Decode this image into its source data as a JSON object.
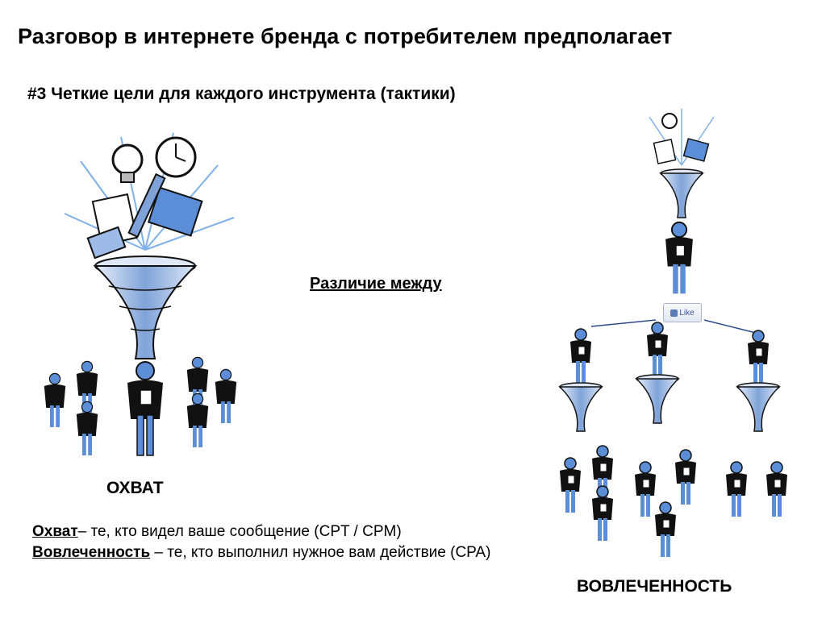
{
  "slide": {
    "title": "Разговор в интернете бренда с потребителем предполагает",
    "subtitle": "#3 Четкие цели для каждого инструмента (тактики)",
    "center_label": "Различие между",
    "reach_caption": "ОХВАТ",
    "engagement_caption": "ВОВЛЕЧЕННОСТЬ",
    "like_badge": "Like",
    "definitions": {
      "reach_term": "Охват",
      "reach_text": "– те, кто видел ваше сообщение (CPT / CPM)",
      "engagement_term": "Вовлеченность",
      "engagement_text": " – те, кто выполнил нужное вам действие (CPA)"
    }
  },
  "colors": {
    "figure_blue": "#5b8ed6",
    "figure_dark": "#111111",
    "funnel_light": "#c9d9f1",
    "funnel_mid": "#7fa3d8",
    "arrow": "#2a4a8a"
  },
  "icons": {
    "funnel": "funnel-illustration",
    "person": "person-figure",
    "like": "facebook-like-icon"
  }
}
